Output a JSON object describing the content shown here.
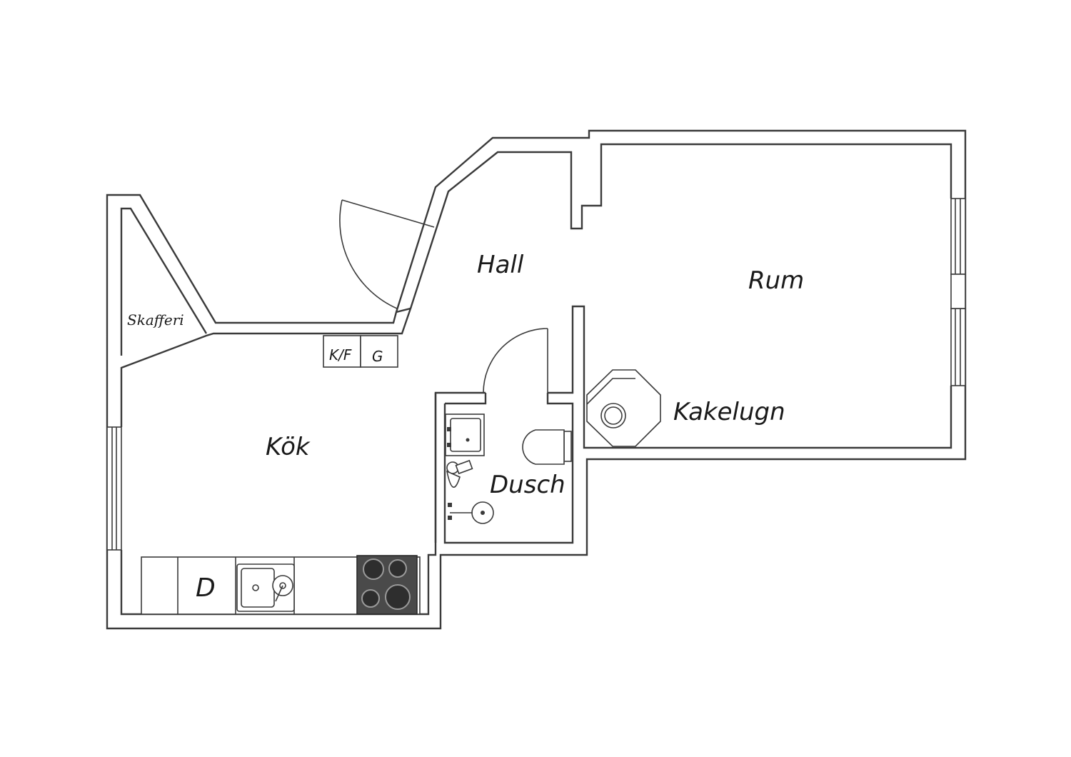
{
  "rooms": {
    "hall": "Hall",
    "rum": "Rum",
    "kok": "Kök",
    "dusch": "Dusch",
    "skafferi": "Skafferi",
    "kakelugn": "Kakelugn"
  },
  "appliances": {
    "fridge_freezer": "K/F",
    "g": "G",
    "dishwasher": "D"
  }
}
